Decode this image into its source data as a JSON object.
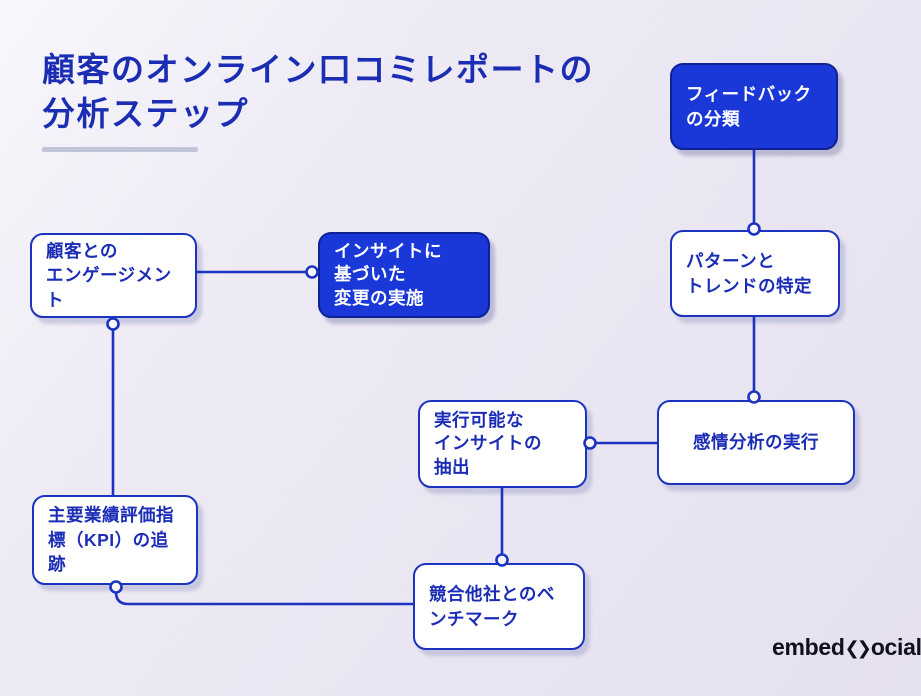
{
  "title": {
    "lines": [
      "顧客のオンライン口コミレポートの",
      "分析ステップ"
    ]
  },
  "nodes": {
    "feedback_classification": {
      "variant": "blue",
      "lines": [
        "フィードバック",
        "の分類"
      ]
    },
    "customer_engagement": {
      "variant": "white",
      "lines": [
        "顧客との",
        "エンゲージメント"
      ]
    },
    "implement_changes": {
      "variant": "blue",
      "lines": [
        "インサイトに",
        "基づいた",
        "変更の実施"
      ]
    },
    "identify_patterns": {
      "variant": "white",
      "lines": [
        "パターンと",
        "トレンドの特定"
      ]
    },
    "extract_insights": {
      "variant": "white",
      "lines": [
        "実行可能な",
        "インサイトの",
        "抽出"
      ]
    },
    "sentiment_analysis": {
      "variant": "white",
      "lines": [
        "感情分析の実行"
      ]
    },
    "kpi_tracking": {
      "variant": "white",
      "lines": [
        "主要業績評価指",
        "標（KPI）の追跡"
      ]
    },
    "competitor_benchmark": {
      "variant": "white",
      "lines": [
        "競合他社とのベ",
        "ンチマーク"
      ]
    }
  },
  "logo": {
    "part1": "embed",
    "s_glyph": "❮❯",
    "part2": "ocial"
  },
  "colors": {
    "background": "#eae7f3",
    "accent_blue": "#1b33bf",
    "node_fill_blue": "#1a38d8",
    "node_border_blue": "#0e2195",
    "node_text_blue": "#1b2db5",
    "title_text": "#1b2db3",
    "underline_gray": "#b7bdd2",
    "logo_text": "#10101f"
  }
}
